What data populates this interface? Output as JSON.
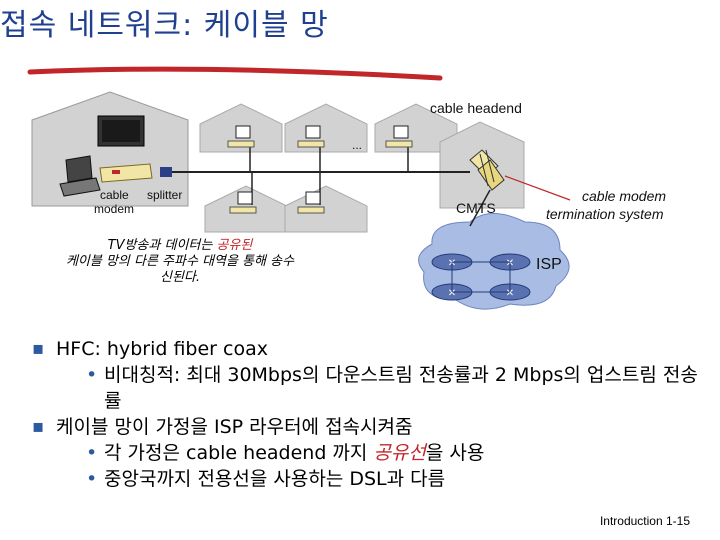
{
  "title": "접속 네트워크: 케이블 망",
  "diagram": {
    "headend_label": "cable headend",
    "ellipsis": "...",
    "cable_modem_label": "cable\nmodem",
    "cable_modem_line1": "cable",
    "cable_modem_line2": "modem",
    "splitter_label": "splitter",
    "cmts_label": "CMTS",
    "cmts_desc_line1": "cable modem",
    "cmts_desc_line2": "termination system",
    "isp_label": "ISP",
    "note_part1": "TV방송과 데이터는 ",
    "note_highlight": "공유된",
    "note_part2": "케이블 망의 다른 주파수 대역을 통해 송수신된다."
  },
  "bullets": [
    {
      "text": "HFC: hybrid fiber coax",
      "sub": [
        {
          "text": "비대칭적: 최대 30Mbps의 다운스트림 전송률과 2 Mbps의  업스트림 전송률"
        }
      ]
    },
    {
      "text": "케이블 망이 가정을 ISP 라우터에 접속시켜줌",
      "sub": [
        {
          "pre": "각 가정은 cable headend 까지 ",
          "em": "공유선",
          "post": "을 사용"
        },
        {
          "text": "중앙국까지 전용선을 사용하는 DSL과 다름"
        }
      ]
    }
  ],
  "footer": "Introduction 1-15",
  "colors": {
    "title": "#1f3f8f",
    "underline": "#c0262a",
    "house": "#c8c8c8",
    "router": "#5a73b0",
    "cloud": "#a9bde4"
  }
}
